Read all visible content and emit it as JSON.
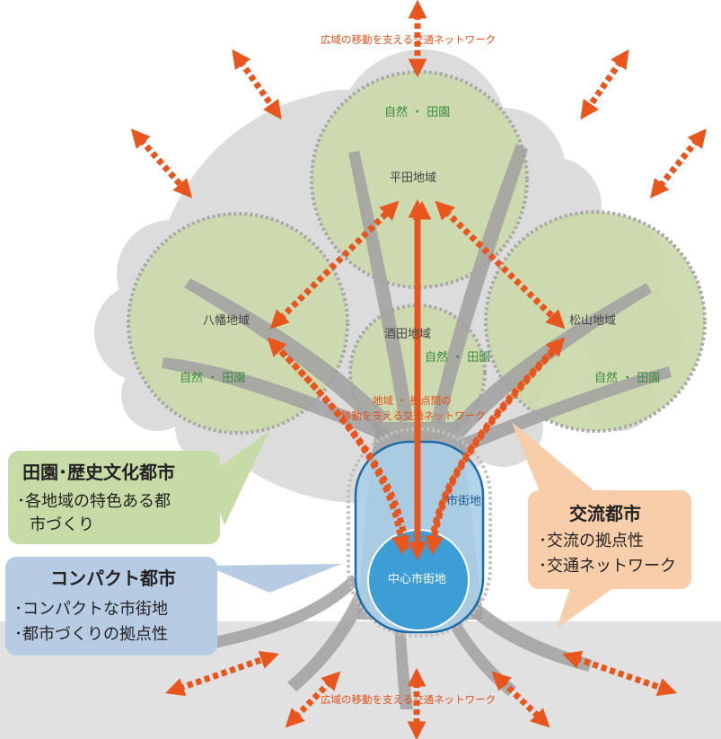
{
  "colors": {
    "cloud": "#dcdcdc",
    "region_fill": "#cbd9ab",
    "region_border": "#a8a8a8",
    "trunk": "#a0a0a0",
    "ground": "#e1e1e1",
    "arrow": "#e8561e",
    "urban_area": "#a9cfe8",
    "urban_border": "#1e6aa6",
    "city_center": "#3d9ed6",
    "callout_green": "#c7dba6",
    "callout_blue": "#b7cbe3",
    "callout_orange": "#f8cda9"
  },
  "labels": {
    "wide_network_top": "広域の移動を支える交通ネットワーク",
    "wide_network_bottom": "広域の移動を支える交通ネットワーク",
    "inter_region_network_1": "地域 ・ 拠点間の",
    "inter_region_network_2": "移動を支える交通ネットワーク",
    "urban_area": "市街地",
    "city_center": "中心市街地"
  },
  "regions": {
    "hirata": {
      "name": "平田地域",
      "nature": "自然 ・ 田園"
    },
    "yawata": {
      "name": "八幡地域",
      "nature": "自然 ・ 田園"
    },
    "sakata": {
      "name": "酒田地域",
      "nature": "自然 ・ 田園"
    },
    "matsuyama": {
      "name": "松山地域",
      "nature": "自然 ・ 田園"
    }
  },
  "callouts": {
    "rural_historic": {
      "title": "田園･歴史文化都市",
      "items": [
        "･各地域の特色ある都",
        "市づくり"
      ]
    },
    "compact": {
      "title": "コンパクト都市",
      "items": [
        "･コンパクトな市街地",
        "･都市づくりの拠点性"
      ]
    },
    "exchange": {
      "title": "交流都市",
      "items": [
        "･交流の拠点性",
        "･交通ネットワーク"
      ]
    }
  }
}
